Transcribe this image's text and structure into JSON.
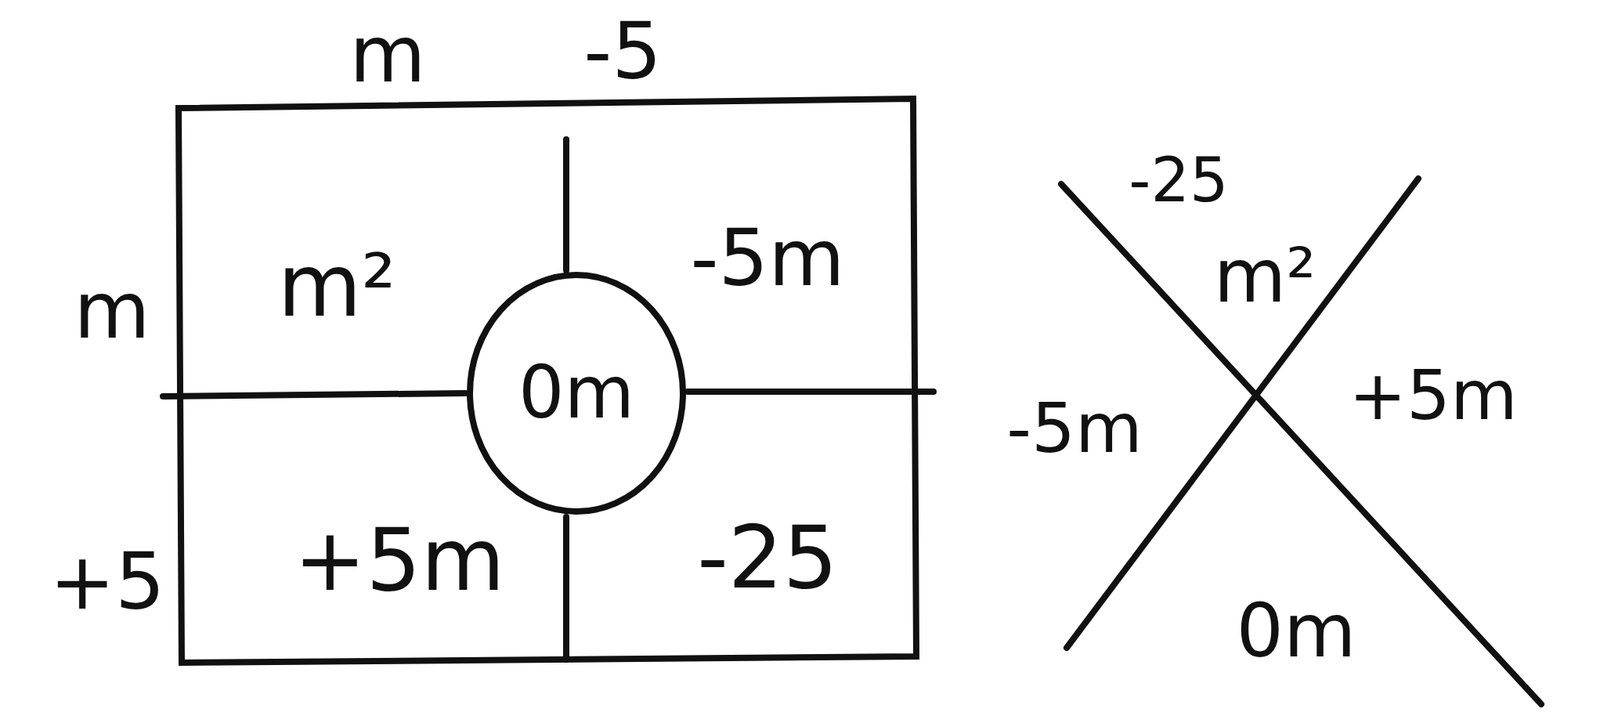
{
  "diagram": {
    "nodes": [
      {
        "text": [
          "m²"
        ]
      },
      {
        "text": [
          "-5m"
        ]
      },
      {
        "text": [
          "+5m"
        ]
      },
      {
        "text": [
          "-25"
        ]
      },
      {
        "text": [
          "0m"
        ]
      }
    ],
    "labels": [
      "m",
      "-5",
      "m",
      "+5",
      "-25",
      "m²",
      "-5m",
      "+5m",
      "0m"
    ]
  }
}
